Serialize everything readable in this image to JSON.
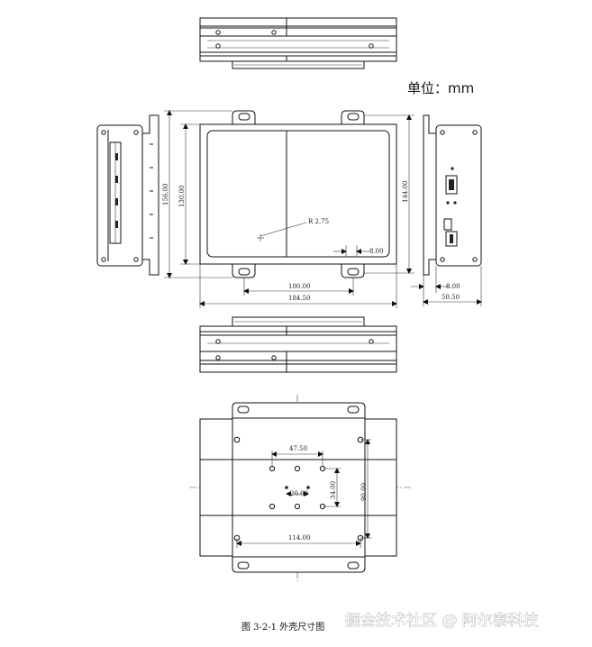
{
  "unit_label": "单位：mm",
  "caption": "图 3-2-1    外壳尺寸图",
  "watermark": "掘金技术社区 @ 阿尔泰科技",
  "front_view": {
    "radius_label": "R 2.75",
    "dim_height_outer": "156.00",
    "dim_height_inner": "130.00",
    "dim_height_right": "144.00",
    "dim_small_right": "8.00",
    "dim_hole_spacing": "100.00",
    "dim_total_width": "184.50"
  },
  "side_view": {
    "dim_offset": "8.00",
    "dim_depth": "50.50"
  },
  "bottom_view": {
    "dim_pattern_width": "47.50",
    "dim_inner_spacing": "20.00",
    "dim_pattern_height": "34.00",
    "dim_right_height": "90.00",
    "dim_bottom_width": "114.00"
  }
}
